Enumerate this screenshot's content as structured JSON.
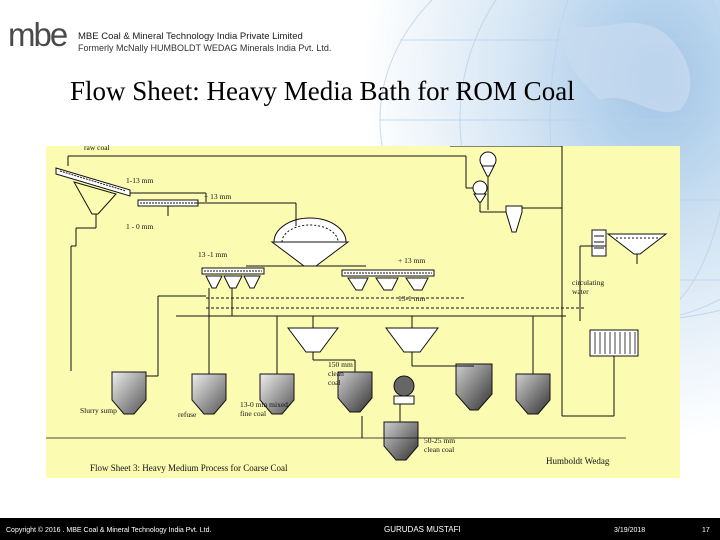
{
  "header": {
    "logo_text": "mbe",
    "company_name": "MBE Coal & Mineral Technology India Private Limited",
    "formerly": "Formerly McNally HUMBOLDT WEDAG Minerals India Pvt. Ltd."
  },
  "slide": {
    "title": "Flow Sheet: Heavy Media Bath for ROM Coal"
  },
  "flowsheet": {
    "labels": {
      "raw_coal": "raw coal",
      "size_1_13": "1-13 mm",
      "over_13_a": "+ 13 mm",
      "size_1_0": "1 - 0 mm",
      "size_13_1": "13 -1 mm",
      "over_13_b": "+ 13 mm",
      "size_13_1b": "13-1 mm",
      "circulating_water": "circulating water",
      "clean_coal_150": "150 mm clean coal",
      "slurry_sump": "Slurry sump",
      "refuse": "refuse",
      "mixed_fine_coal": "13-0 mm mixed fine coal",
      "clean_coal_25": "50-25 mm clean coal"
    },
    "caption": "Flow Sheet 3:   Heavy Medium Process for Coarse Coal",
    "brand": "Humboldt Wedag"
  },
  "footer": {
    "copyright": "Copyright © 2016 . MBE Coal & Mineral Technology India Pvt. Ltd.",
    "author": "GURUDAS MUSTAFI",
    "date": "3/19/2018",
    "page": "17"
  }
}
